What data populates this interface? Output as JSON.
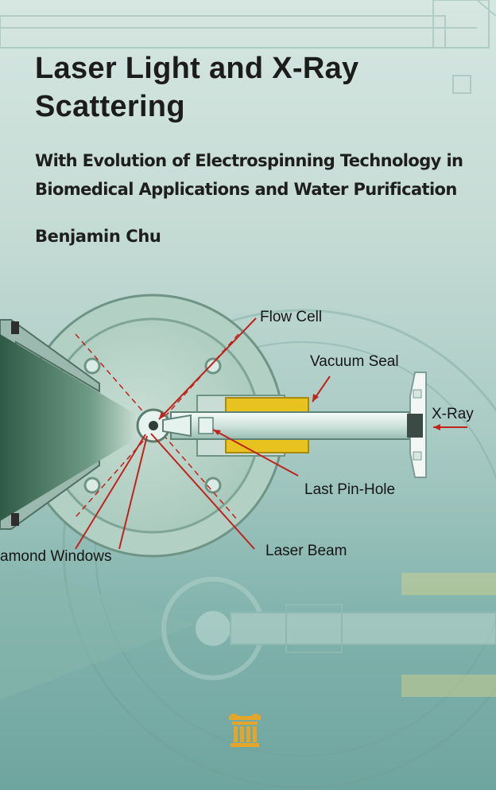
{
  "book": {
    "title_line1": "Laser Light and X-Ray",
    "title_line2": "Scattering",
    "subtitle_line1": "With Evolution of Electrospinning Technology in",
    "subtitle_line2": "Biomedical Applications and Water Purification",
    "author": "Benjamin Chu"
  },
  "diagram": {
    "labels": {
      "flow_cell": "Flow Cell",
      "vacuum_seal": "Vacuum Seal",
      "x_ray": "X-Ray",
      "last_pin_hole": "Last Pin-Hole",
      "diamond_windows": "amond Windows",
      "laser_beam": "Laser Beam"
    },
    "colors": {
      "pointer_lines": "#c0221c",
      "vacuum_seal": "#e8c21e",
      "cone": "#4f7d66"
    }
  },
  "publisher": {
    "logo_icon": "column-pillar-icon",
    "logo_color": "#e3a52a"
  }
}
